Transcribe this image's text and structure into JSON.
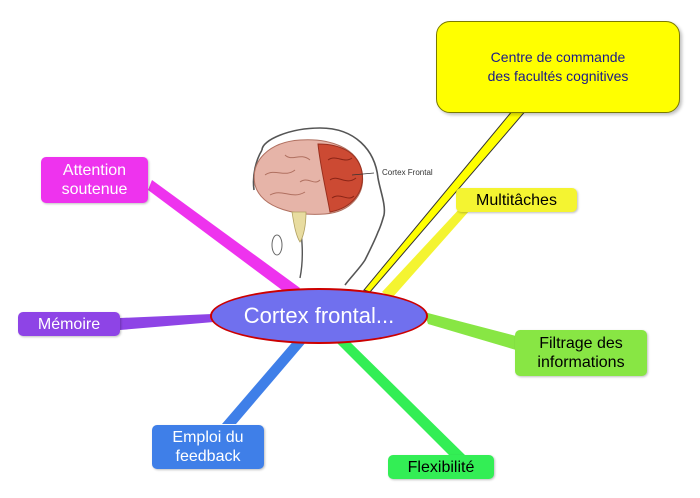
{
  "central": {
    "label": "Cortex frontal..."
  },
  "callout": {
    "line1": "Centre de commande",
    "line2": "des facultés cognitives"
  },
  "branches": {
    "attention": {
      "line1": "Attention",
      "line2": "soutenue",
      "color": "#ee33ee"
    },
    "memoire": {
      "label": "Mémoire",
      "color": "#8e44e6"
    },
    "emploi": {
      "line1": "Emploi du",
      "line2": "feedback",
      "color": "#3f7fe8"
    },
    "flexibilite": {
      "label": "Flexibilité",
      "color": "#33ee55"
    },
    "filtrage": {
      "line1": "Filtrage des",
      "line2": "informations",
      "color": "#88e644"
    },
    "multitaches": {
      "label": "Multitâches",
      "color": "#f4f431"
    }
  },
  "illustration": {
    "label_line1": "Cortex",
    "label_line2": "Frontal"
  }
}
